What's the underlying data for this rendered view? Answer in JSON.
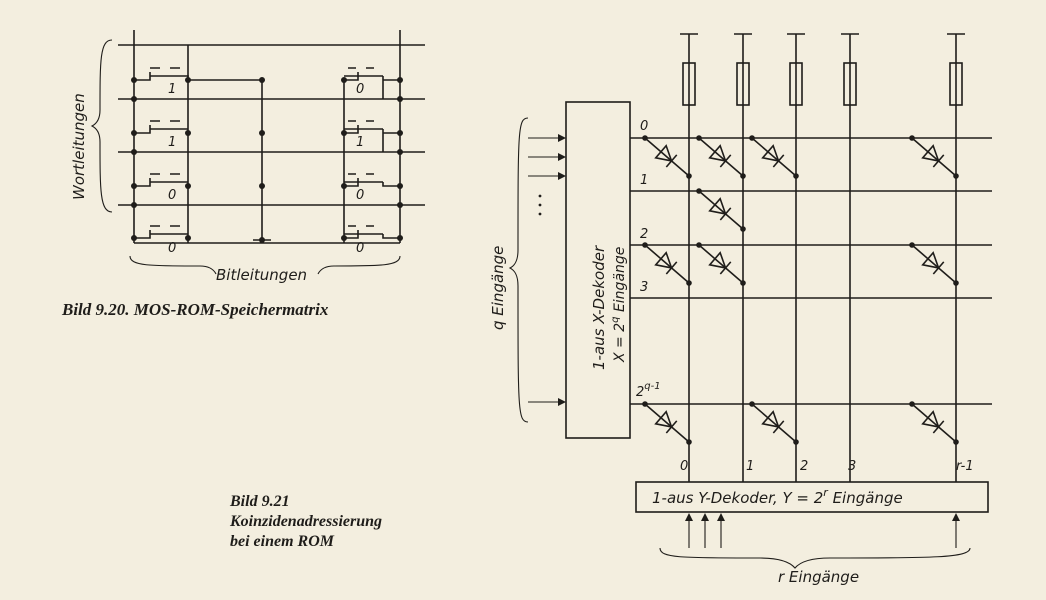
{
  "fig920": {
    "caption": "Bild 9.20. MOS-ROM-Speichermatrix",
    "word_lines_label": "Wortleitungen",
    "bit_lines_label": "Bitleitungen",
    "cells": [
      [
        "1",
        "0"
      ],
      [
        "1",
        "1"
      ],
      [
        "0",
        "0"
      ],
      [
        "0",
        "0"
      ]
    ]
  },
  "fig921": {
    "caption_line1": "Bild 9.21",
    "caption_line2": "Koinzidenadressierung",
    "caption_line3": "bei einem ROM",
    "q_inputs_label": "q  Eingänge",
    "x_decoder_line1": "1-aus X-Dekoder",
    "x_decoder_line2": "X = 2",
    "x_decoder_line2_exp": "q",
    "x_decoder_line2_tail": " Eingänge",
    "row_labels": [
      "0",
      "1",
      "2",
      "3"
    ],
    "row_last_base": "2",
    "row_last_exp": "q-1",
    "col_labels": [
      "0",
      "1",
      "2",
      "3",
      "r-1"
    ],
    "y_decoder_label": "1-aus Y-Dekoder,   Y = 2",
    "y_decoder_exp": "r",
    "y_decoder_tail": "  Eingänge",
    "r_inputs_label": "r  Eingänge"
  }
}
